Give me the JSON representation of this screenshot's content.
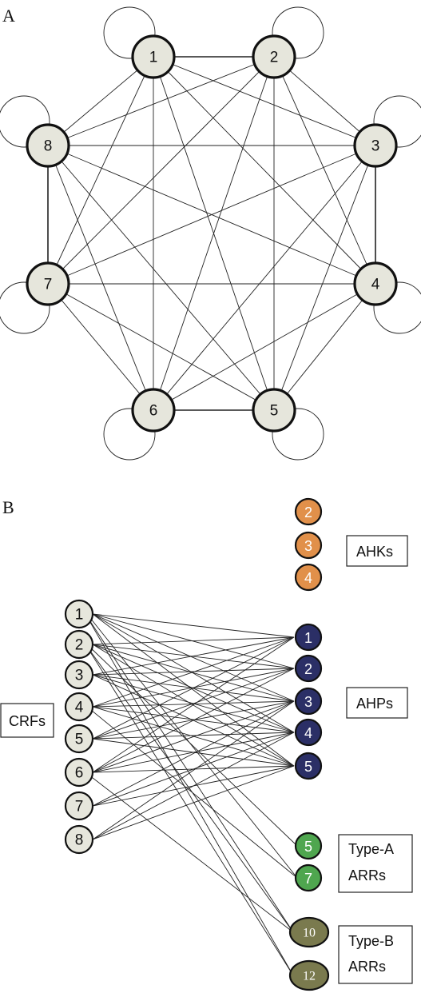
{
  "panel_a": {
    "label": "A",
    "nodes": [
      "1",
      "2",
      "3",
      "4",
      "5",
      "6",
      "7",
      "8"
    ]
  },
  "panel_b": {
    "label": "B",
    "crfs": [
      "1",
      "2",
      "3",
      "4",
      "5",
      "6",
      "7",
      "8"
    ],
    "ahks": [
      "2",
      "3",
      "4"
    ],
    "ahps": [
      "1",
      "2",
      "3",
      "4",
      "5"
    ],
    "type_a": [
      "5",
      "7"
    ],
    "type_b": [
      "10",
      "12"
    ],
    "boxes": {
      "crfs": "CRFs",
      "ahks": "AHKs",
      "ahps": "AHPs",
      "type_a_line1": "Type-A",
      "type_a_line2": "ARRs",
      "type_b_line1": "Type-B",
      "type_b_line2": "ARRs"
    }
  },
  "colors": {
    "node_fill": "#e6e6dc",
    "ahk": "#e1904a",
    "ahp": "#2b2f66",
    "type_a": "#4fa64f",
    "type_b": "#7a7a4e"
  }
}
